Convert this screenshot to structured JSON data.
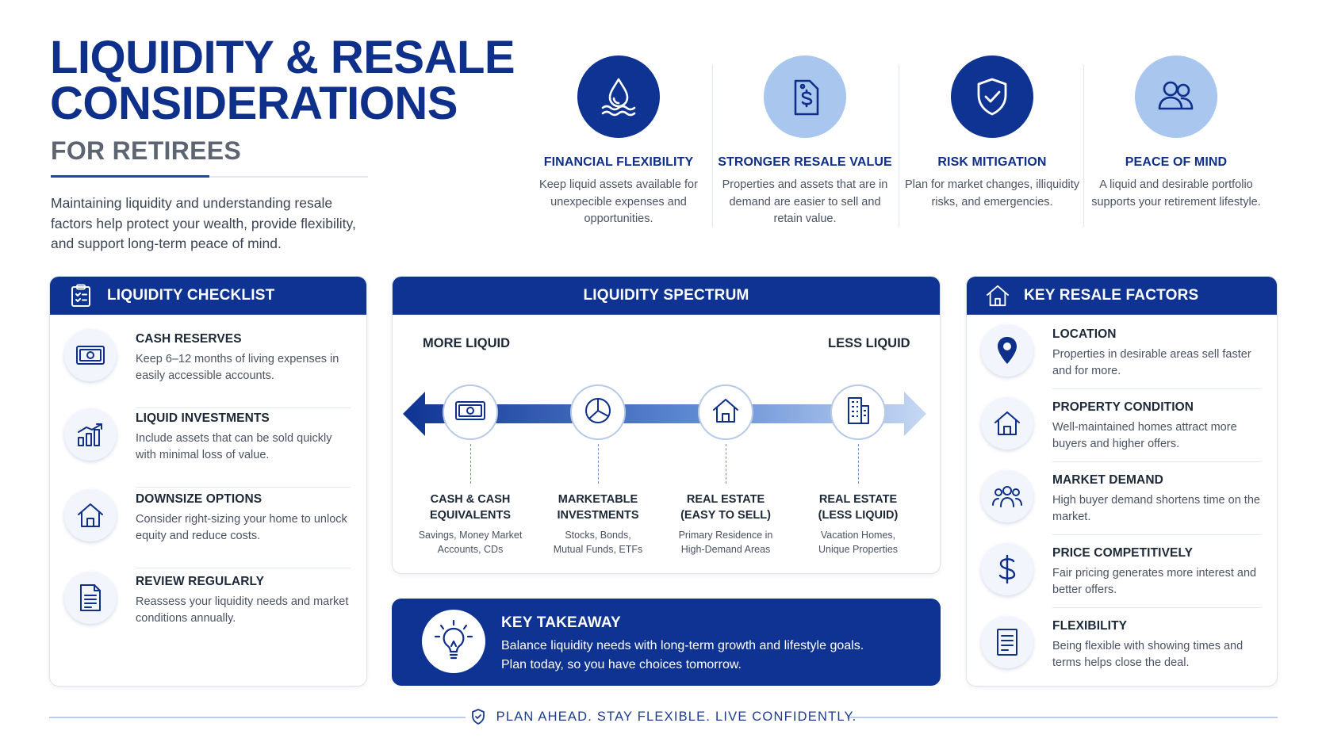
{
  "header": {
    "title_line1": "LIQUIDITY & RESALE",
    "title_line2": "CONSIDERATIONS",
    "subtitle": "FOR RETIREES",
    "intro": "Maintaining liquidity and understanding resale factors help protect your wealth, provide flexibility, and support long-term peace of mind."
  },
  "benefits": [
    {
      "icon": "water-drop-icon",
      "title": "FINANCIAL FLEXIBILITY",
      "text": "Keep liquid assets available for unexpecible expenses and opportunities."
    },
    {
      "icon": "price-tag-dollar-icon",
      "title": "STRONGER RESALE VALUE",
      "text": "Properties and assets that are in demand are easier to sell and retain value."
    },
    {
      "icon": "shield-check-icon",
      "title": "RISK MITIGATION",
      "text": "Plan for market changes, illiquidity risks, and emergencies."
    },
    {
      "icon": "people-icon",
      "title": "PEACE OF MIND",
      "text": "A liquid and desirable portfolio supports your retirement lifestyle."
    }
  ],
  "checklist": {
    "title": "LIQUIDITY CHECKLIST",
    "items": [
      {
        "icon": "cash-icon",
        "title": "CASH RESERVES",
        "text": "Keep 6–12 months of living expenses in easily accessible accounts."
      },
      {
        "icon": "growth-chart-icon",
        "title": "LIQUID INVESTMENTS",
        "text": "Include assets that can be sold quickly with minimal loss of value."
      },
      {
        "icon": "house-icon",
        "title": "DOWNSIZE OPTIONS",
        "text": "Consider right-sizing your home to unlock equity and reduce costs."
      },
      {
        "icon": "document-icon",
        "title": "REVIEW REGULARLY",
        "text": "Reassess your liquidity needs and market conditions annually."
      }
    ]
  },
  "spectrum": {
    "title": "LIQUIDITY SPECTRUM",
    "left_label": "MORE LIQUID",
    "right_label": "LESS LIQUID",
    "categories": [
      {
        "icon": "cash-icon",
        "title1": "CASH & CASH",
        "title2": "EQUIVALENTS",
        "text1": "Savings, Money Market",
        "text2": "Accounts, CDs"
      },
      {
        "icon": "pie-chart-icon",
        "title1": "MARKETABLE",
        "title2": "INVESTMENTS",
        "text1": "Stocks, Bonds,",
        "text2": "Mutual Funds, ETFs"
      },
      {
        "icon": "house-icon",
        "title1": "REAL ESTATE",
        "title2": "(EASY TO SELL)",
        "text1": "Primary Residence in",
        "text2": "High-Demand Areas"
      },
      {
        "icon": "building-icon",
        "title1": "REAL ESTATE",
        "title2": "(LESS LIQUID)",
        "text1": "Vacation Homes,",
        "text2": "Unique Properties"
      }
    ]
  },
  "takeaway": {
    "title": "KEY TAKEAWAY",
    "line1": "Balance liquidity needs with long-term growth and lifestyle goals.",
    "line2": "Plan today, so you have choices tomorrow."
  },
  "resale": {
    "title": "KEY RESALE FACTORS",
    "items": [
      {
        "icon": "location-pin-icon",
        "title": "LOCATION",
        "text": "Properties in desirable areas sell faster and for more."
      },
      {
        "icon": "house-icon",
        "title": "PROPERTY CONDITION",
        "text": "Well-maintained homes attract more buyers and higher offers."
      },
      {
        "icon": "people-group-icon",
        "title": "MARKET DEMAND",
        "text": "High buyer demand shortens time on the market."
      },
      {
        "icon": "dollar-icon",
        "title": "PRICE COMPETITIVELY",
        "text": "Fair pricing generates more interest and better offers."
      },
      {
        "icon": "document-icon",
        "title": "FLEXIBILITY",
        "text": "Being flexible with showing times and terms helps close the deal."
      }
    ]
  },
  "footer": {
    "slogan": "PLAN AHEAD. STAY FLEXIBLE. LIVE CONFIDENTLY."
  },
  "colors": {
    "navy": "#0f3393",
    "light_blue": "#a9c6ef",
    "text": "#2f3a4a"
  }
}
